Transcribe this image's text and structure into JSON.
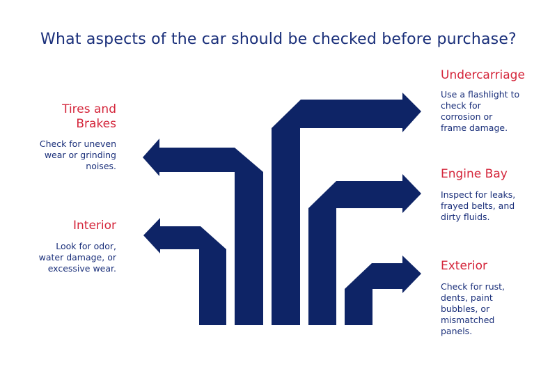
{
  "title": "What aspects of the car should be checked before purchase?",
  "colors": {
    "shape": "#0e2466",
    "heading": "#d4253a",
    "text": "#1a2f7a"
  },
  "items": [
    {
      "id": "tires-brakes",
      "heading_lines": [
        "Tires and",
        "Brakes"
      ],
      "desc_lines": [
        "Check for uneven",
        "wear or grinding",
        "noises."
      ]
    },
    {
      "id": "interior",
      "heading_lines": [
        "Interior"
      ],
      "desc_lines": [
        "Look for odor,",
        "water damage, or",
        "excessive wear."
      ]
    },
    {
      "id": "undercarriage",
      "heading_lines": [
        "Undercarriage"
      ],
      "desc_lines": [
        "Use a flashlight to",
        "check for",
        "corrosion or",
        "frame damage."
      ]
    },
    {
      "id": "engine-bay",
      "heading_lines": [
        "Engine Bay"
      ],
      "desc_lines": [
        "Inspect for leaks,",
        "frayed belts, and",
        "dirty fluids."
      ]
    },
    {
      "id": "exterior",
      "heading_lines": [
        "Exterior"
      ],
      "desc_lines": [
        "Check for rust,",
        "dents, paint",
        "bubbles, or",
        "mismatched",
        "panels."
      ]
    }
  ]
}
